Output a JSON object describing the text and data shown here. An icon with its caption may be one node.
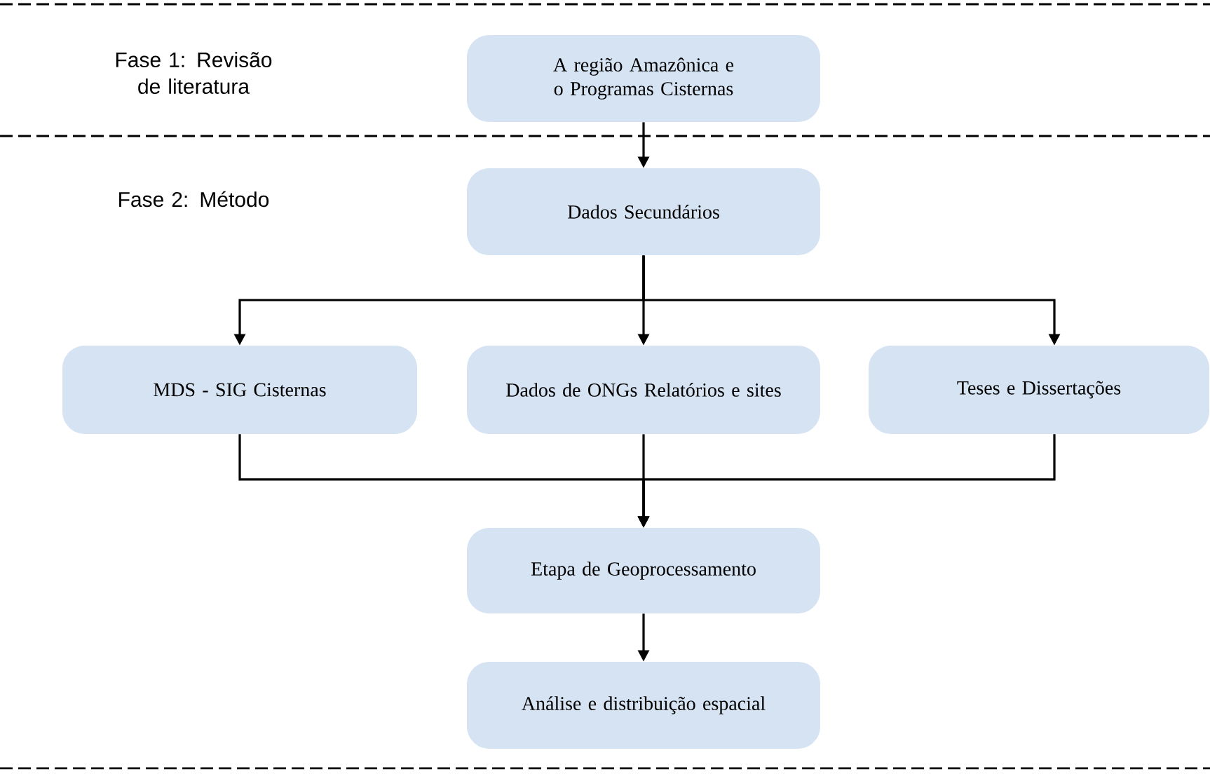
{
  "diagram": {
    "nodes": [
      {
        "text": [
          "A região Amazônica e o Programas Cisternas"
        ]
      },
      {
        "text": [
          "Dados Secundários"
        ]
      },
      {
        "text": [
          "MDS - SIG Cisternas"
        ]
      },
      {
        "text": [
          "Dados de ONGs Relatórios e sites"
        ]
      },
      {
        "text": [
          "Teses e Dissertações"
        ]
      },
      {
        "text": [
          "Etapa de Geoprocessamento"
        ]
      },
      {
        "text": [
          "Análise e distribuição espacial"
        ]
      }
    ],
    "edges": [
      {
        "from": 0,
        "to": 1,
        "arrow": "to"
      },
      {
        "from": 1,
        "to": 2,
        "arrow": "to"
      },
      {
        "from": 1,
        "to": 3,
        "arrow": "to"
      },
      {
        "from": 1,
        "to": 4,
        "arrow": "to"
      },
      {
        "from": 2,
        "to": 5,
        "arrow": "to"
      },
      {
        "from": 3,
        "to": 5,
        "arrow": "to"
      },
      {
        "from": 4,
        "to": 5,
        "arrow": "to"
      },
      {
        "from": 5,
        "to": 6,
        "arrow": "to"
      }
    ],
    "labels": [
      "Fase 1: Revisão de literatura",
      "Fase 2: Método"
    ]
  }
}
